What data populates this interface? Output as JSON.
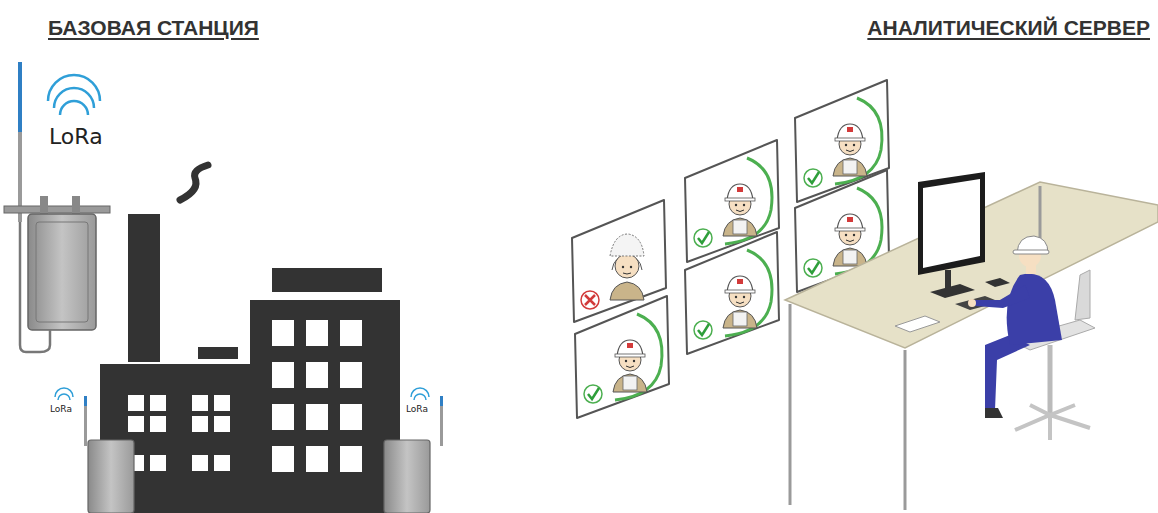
{
  "diagram": {
    "labels": [
      "БАЗОВАЯ СТАНЦИЯ",
      "АНАЛИТИЧЕСКИЙ СЕРВЕР",
      "LoRa",
      "LoRa",
      "LoRa"
    ]
  }
}
